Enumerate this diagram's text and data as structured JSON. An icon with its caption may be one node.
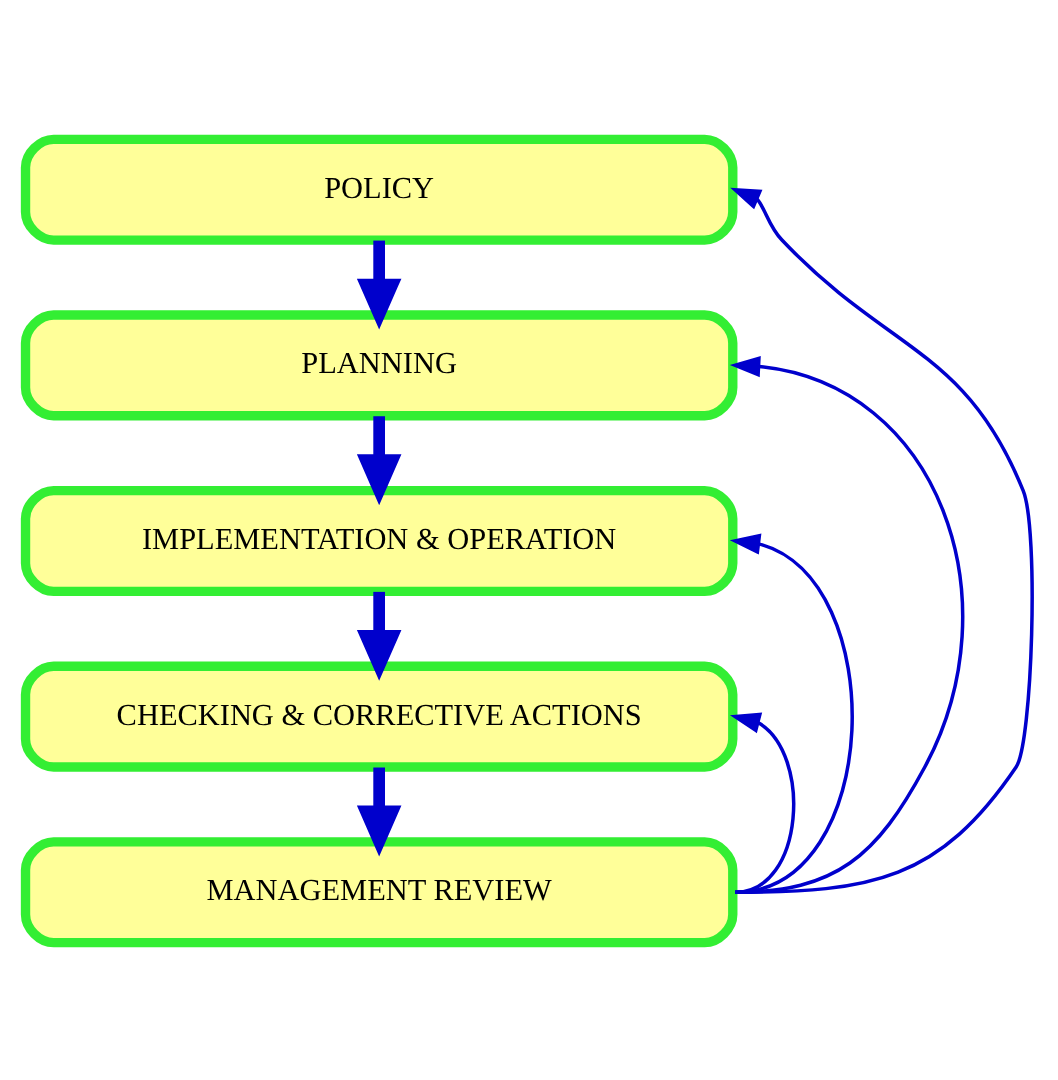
{
  "diagram": {
    "nodes": [
      {
        "text": [
          "POLICY"
        ]
      },
      {
        "text": [
          "PLANNING"
        ]
      },
      {
        "text": [
          "IMPLEMENTATION & OPERATION"
        ]
      },
      {
        "text": [
          "CHECKING & CORRECTIVE ACTIONS"
        ]
      },
      {
        "text": [
          "MANAGEMENT REVIEW"
        ]
      }
    ],
    "edges": [
      {
        "from": 0,
        "to": 1,
        "arrow": "to",
        "style": "thick"
      },
      {
        "from": 1,
        "to": 2,
        "arrow": "to",
        "style": "thick"
      },
      {
        "from": 2,
        "to": 3,
        "arrow": "to",
        "style": "thick"
      },
      {
        "from": 3,
        "to": 4,
        "arrow": "to",
        "style": "thick"
      },
      {
        "from": 4,
        "to": 0,
        "arrow": "to"
      },
      {
        "from": 4,
        "to": 1,
        "arrow": "to"
      },
      {
        "from": 4,
        "to": 2,
        "arrow": "to"
      },
      {
        "from": 4,
        "to": 3,
        "arrow": "to"
      }
    ]
  }
}
